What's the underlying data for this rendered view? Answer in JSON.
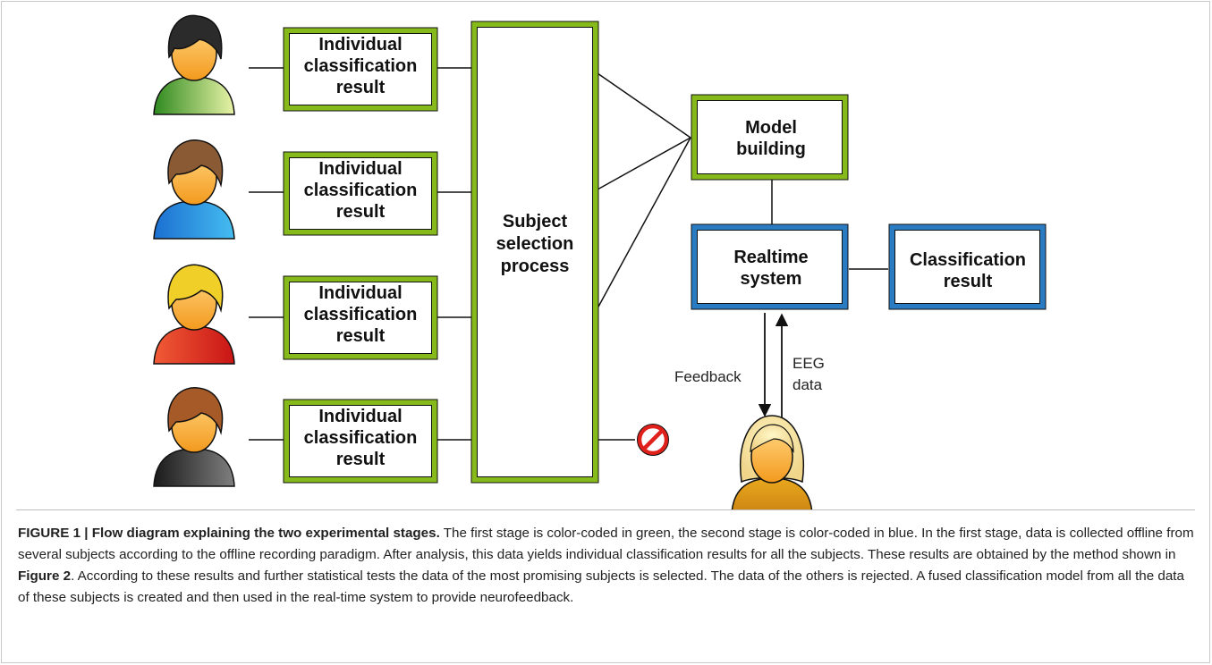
{
  "diagram": {
    "individual_boxes": [
      {
        "lines": [
          "Individual",
          "classification",
          "result"
        ]
      },
      {
        "lines": [
          "Individual",
          "classification",
          "result"
        ]
      },
      {
        "lines": [
          "Individual",
          "classification",
          "result"
        ]
      },
      {
        "lines": [
          "Individual",
          "classification",
          "result"
        ]
      }
    ],
    "selection": {
      "lines": [
        "Subject",
        "selection",
        "process"
      ]
    },
    "model": {
      "lines": [
        "Model",
        "building"
      ]
    },
    "realtime": {
      "lines": [
        "Realtime",
        "system"
      ]
    },
    "classification": {
      "lines": [
        "Classification",
        "result"
      ]
    },
    "feedback_label": "Feedback",
    "eeg_label": {
      "lines": [
        "EEG",
        "data"
      ]
    },
    "colors": {
      "stage1_green": "#86b91a",
      "stage2_blue": "#2a7cc2",
      "reject_red": "#e0201b",
      "subject_shirts": [
        "#3f9a2a",
        "#2f8fd8",
        "#e53a22",
        "#3a3a3a"
      ],
      "subject_hair": [
        "#2b2b2b",
        "#8a5a34",
        "#f0cf28",
        "#a55a28"
      ]
    },
    "icons": [
      "person-icon",
      "reject-icon"
    ]
  },
  "caption": {
    "label": "FIGURE 1 | Flow diagram explaining the two experimental stages.",
    "text_part1": " The first stage is color-coded in green, the second stage is color-coded in blue. In the first stage, data is collected offline from several subjects according to the offline recording paradigm. After analysis, this data yields individual classification results for all the subjects. These results are obtained by the method shown in ",
    "figure_ref": "Figure 2",
    "text_part2": ". According to these results and further statistical tests the data of the most promising subjects is selected. The data of the others is rejected. A fused classification model from all the data of these subjects is created and then used in the real-time system to provide neurofeedback."
  }
}
